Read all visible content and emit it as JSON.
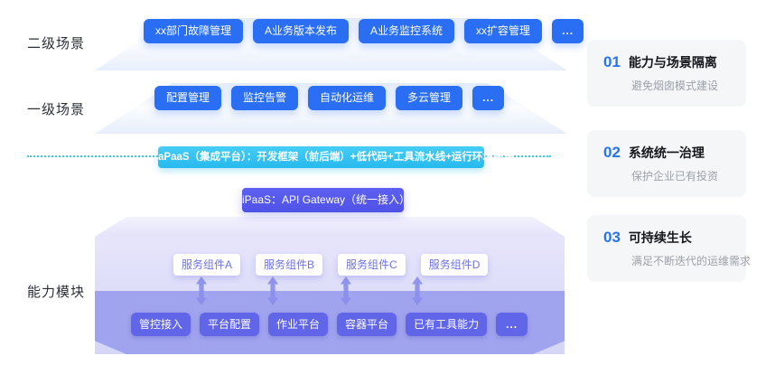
{
  "labels": {
    "level2": "二级场景",
    "level1": "一级场景",
    "capability": "能力模块"
  },
  "scenario_level2": {
    "items": [
      "xx部门故障管理",
      "A业务版本发布",
      "A业务监控系统",
      "xx扩容管理",
      "..."
    ]
  },
  "scenario_level1": {
    "items": [
      "配置管理",
      "监控告警",
      "自动化运维",
      "多云管理",
      "..."
    ]
  },
  "apaas_banner": "aPaaS（集成平台）：开发框架（前后端）+低代码+工具流水线+运行环境托管",
  "ipaas_button": "iPaaS：API Gateway（统一接入）",
  "capability_box": {
    "service_components": [
      "服务组件A",
      "服务组件B",
      "服务组件C",
      "服务组件D"
    ],
    "platform_tools": [
      "管控接入",
      "平台配置",
      "作业平台",
      "容器平台",
      "已有工具能力",
      "..."
    ]
  },
  "benefit_cards": [
    {
      "number": "01",
      "title": "能力与场景隔离",
      "subtitle": "避免烟囱模式建设"
    },
    {
      "number": "02",
      "title": "系统统一治理",
      "subtitle": "保护企业已有投资"
    },
    {
      "number": "03",
      "title": "可持续生长",
      "subtitle": "满足不断迭代的运维需求"
    }
  ],
  "colors": {
    "chip_blue": "#2a6ef4",
    "apaas_cyan": "#32c2f1",
    "ipaas_purple": "#5558eb",
    "tool_purple": "#6165e8",
    "band_purple": "#a0a3ee",
    "card_bg": "#f5f6f8",
    "accent_number": "#2673f0"
  }
}
